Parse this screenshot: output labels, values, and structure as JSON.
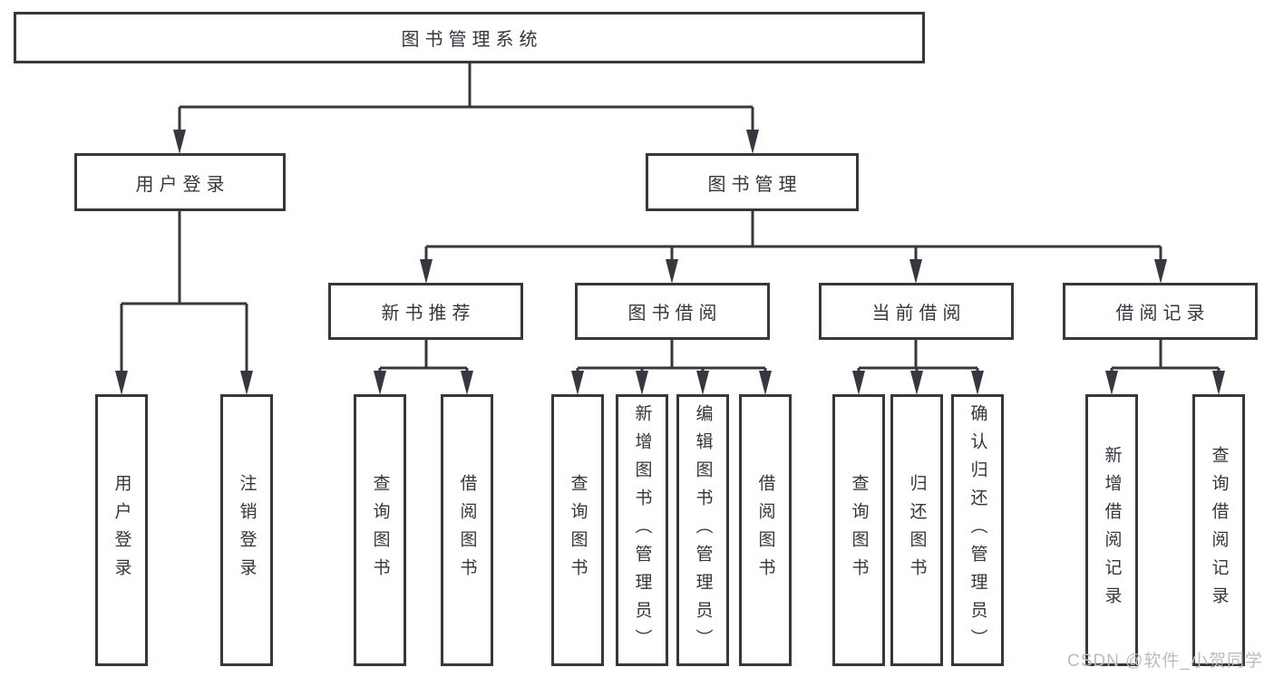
{
  "colors": {
    "line": "#35383d",
    "text": "#33363b",
    "background": "#ffffff",
    "watermark": "#b9bcc1"
  },
  "watermark": "CSDN @软件_小贺同学",
  "tree": {
    "root": {
      "label": "图书管理系统",
      "children": [
        {
          "label": "用户登录",
          "children": [
            {
              "label": "用户登录"
            },
            {
              "label": "注销登录"
            }
          ]
        },
        {
          "label": "图书管理",
          "children": [
            {
              "label": "新书推荐",
              "children": [
                {
                  "label": "查询图书"
                },
                {
                  "label": "借阅图书"
                }
              ]
            },
            {
              "label": "图书借阅",
              "children": [
                {
                  "label": "查询图书"
                },
                {
                  "label": "新增图书（管理员）"
                },
                {
                  "label": "编辑图书（管理员）"
                },
                {
                  "label": "借阅图书"
                }
              ]
            },
            {
              "label": "当前借阅",
              "children": [
                {
                  "label": "查询图书"
                },
                {
                  "label": "归还图书"
                },
                {
                  "label": "确认归还（管理员）"
                }
              ]
            },
            {
              "label": "借阅记录",
              "children": [
                {
                  "label": "新增借阅记录"
                },
                {
                  "label": "查询借阅记录"
                }
              ]
            }
          ]
        }
      ]
    }
  }
}
